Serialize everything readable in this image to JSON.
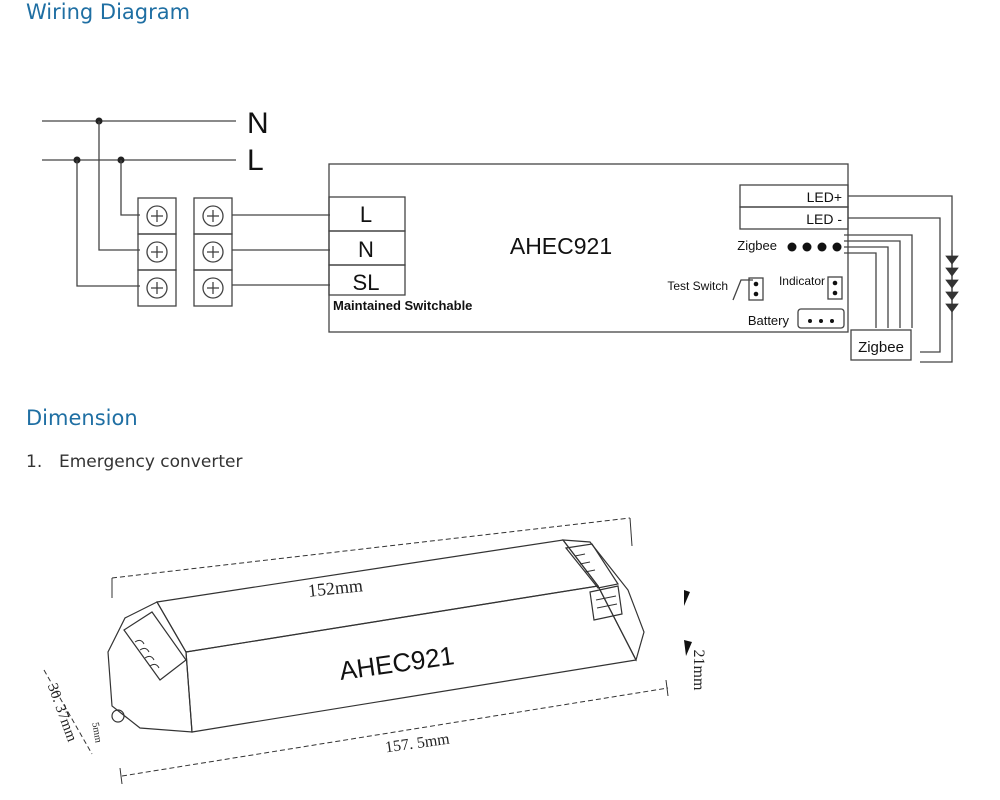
{
  "headings": {
    "wiring": "Wiring Diagram",
    "dimension": "Dimension"
  },
  "wiring": {
    "mains": {
      "neutral": "N",
      "live": "L"
    },
    "device_name": "AHEC921",
    "terminals": [
      "L",
      "N",
      "SL"
    ],
    "mode_label": "Maintained Switchable",
    "led_plus": "LED+",
    "led_minus": "LED -",
    "zigbee_label": "Zigbee",
    "test_switch_label": "Test Switch",
    "indicator_label": "Indicator",
    "battery_label": "Battery",
    "zigbee_module": "Zigbee"
  },
  "dimension": {
    "list_number": "1.",
    "list_text": "Emergency converter",
    "model": "AHEC921",
    "top_length": "152mm",
    "bottom_length": "157. 5mm",
    "height": "21mm",
    "width": "30. 37mm",
    "hole": "5mm"
  }
}
